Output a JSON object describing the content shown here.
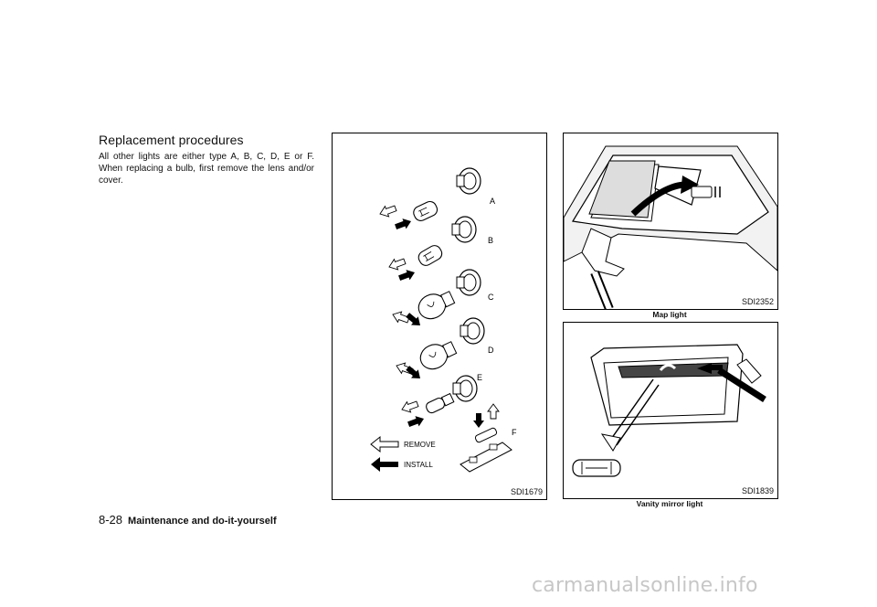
{
  "section": {
    "heading": "Replacement procedures",
    "paragraph": "All other lights are either type A, B, C, D, E or F. When replacing a bulb, first remove the lens and/or cover."
  },
  "figures": {
    "bulbs": {
      "code": "SDI1679",
      "types": [
        "A",
        "B",
        "C",
        "D",
        "E",
        "F"
      ],
      "legend_remove": "REMOVE",
      "legend_install": "INSTALL"
    },
    "map_light": {
      "code": "SDI2352",
      "caption": "Map light"
    },
    "vanity": {
      "code": "SDI1839",
      "caption": "Vanity mirror light"
    }
  },
  "footer": {
    "page_number": "8-28",
    "section_title": "Maintenance and do-it-yourself"
  },
  "watermark": "carmanualsonline.info"
}
